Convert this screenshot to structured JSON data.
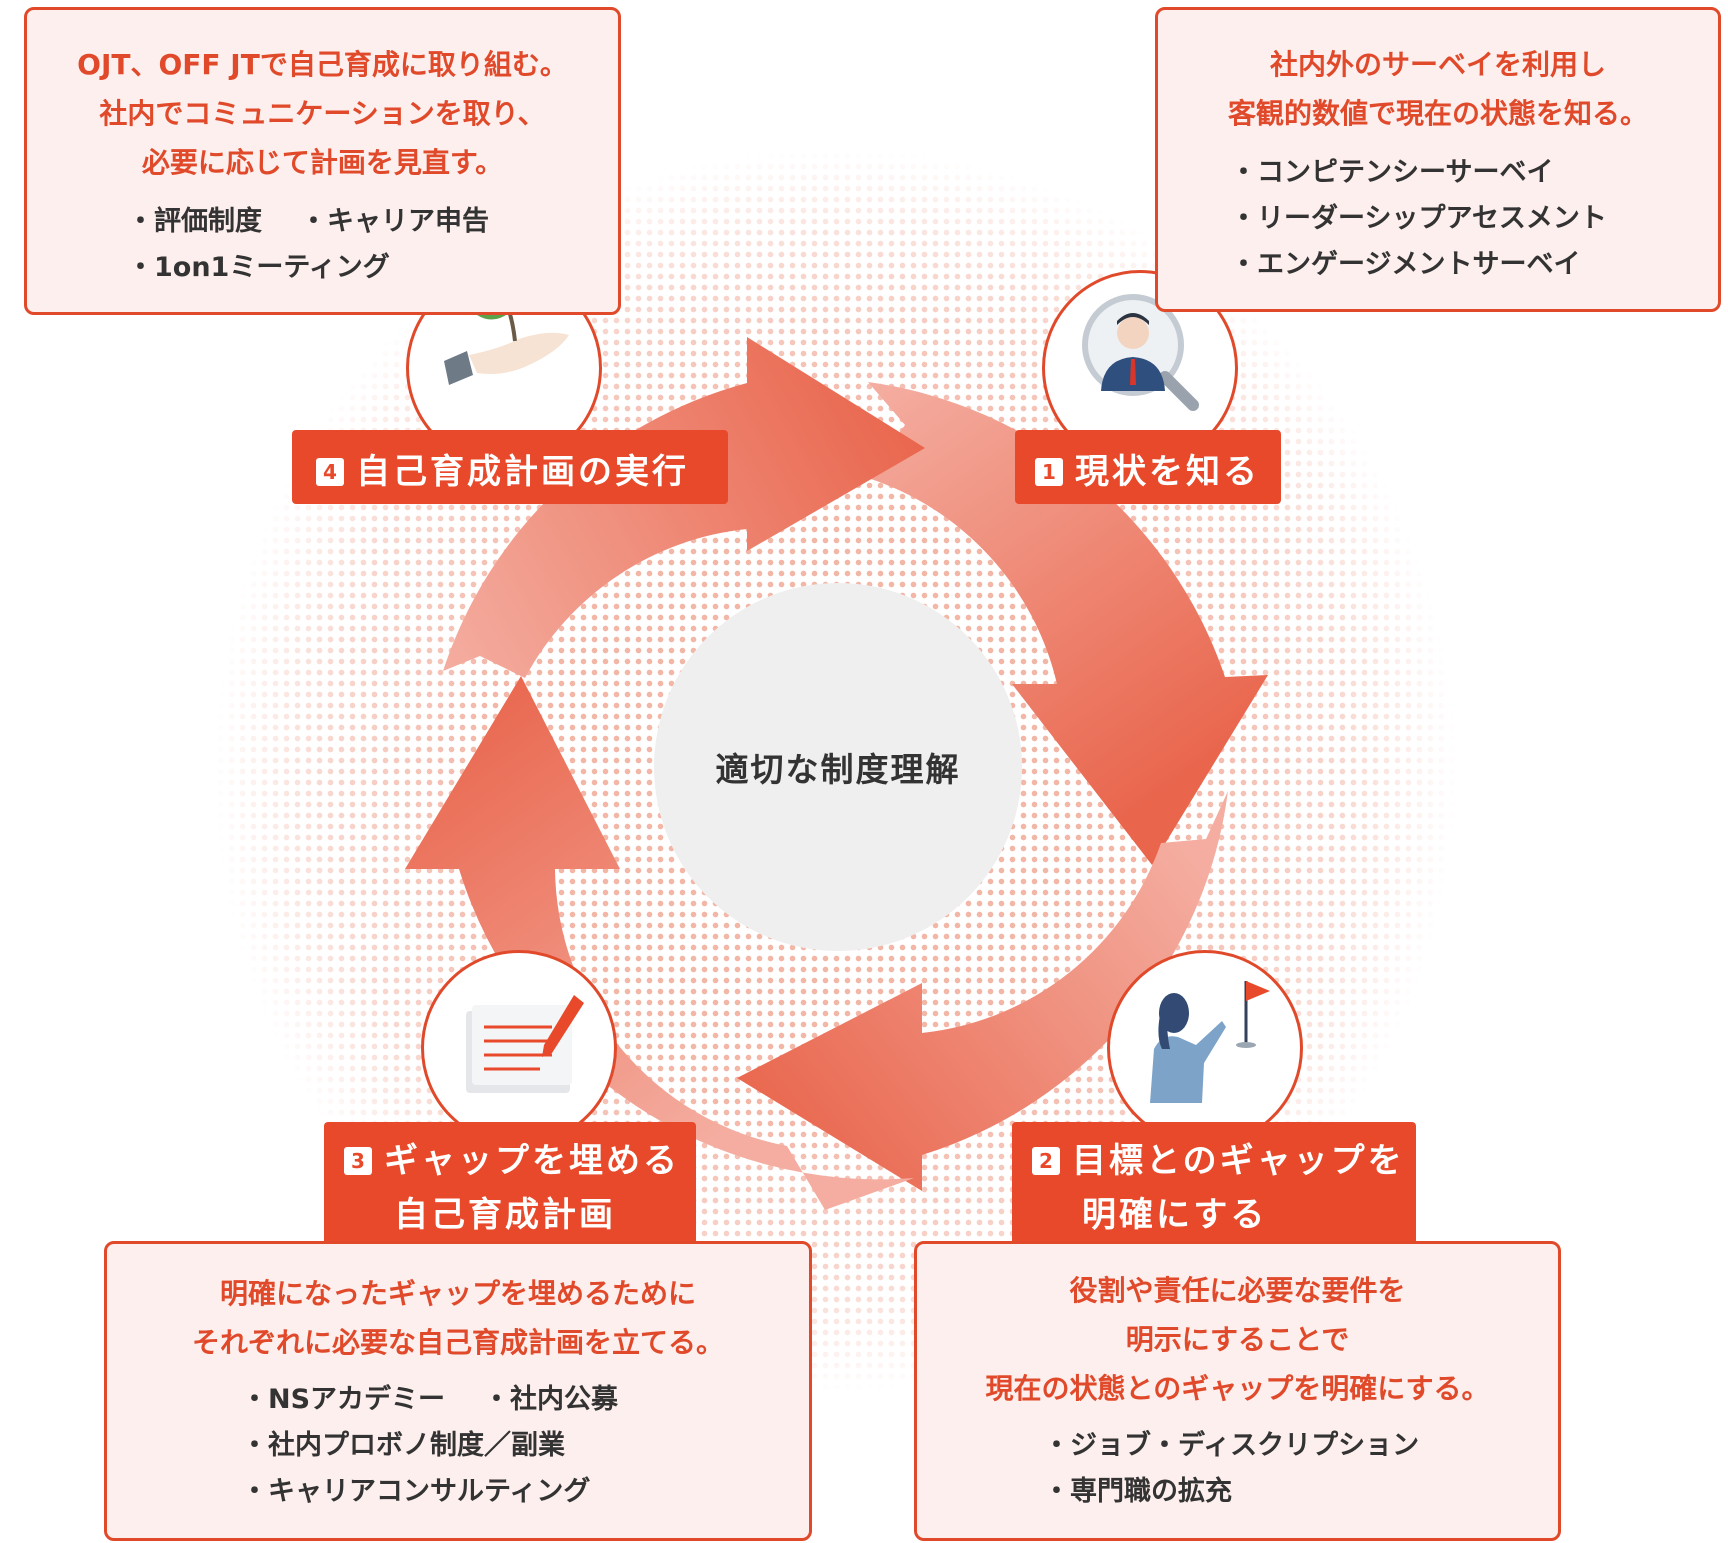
{
  "center": {
    "label": "適切な制度理解"
  },
  "colors": {
    "accent": "#e8492a",
    "box_bg": "#fcefed",
    "arrow": "#ec7a63",
    "dots": "#f3b7a8",
    "center_bg": "#efefef"
  },
  "steps": [
    {
      "num": "1",
      "title_lines": [
        "現状を知る"
      ],
      "icon": "person-magnifier-icon",
      "lead_lines": [
        "社内外のサーベイを利用し",
        "客観的数値で現在の状態を知る。"
      ],
      "bullets": [
        [
          "・コンピテンシーサーベイ"
        ],
        [
          "・リーダーシップアセスメント"
        ],
        [
          "・エンゲージメントサーベイ"
        ]
      ]
    },
    {
      "num": "2",
      "title_lines": [
        "目標とのギャップを",
        "明確にする"
      ],
      "icon": "woman-flag-icon",
      "lead_lines": [
        "役割や責任に必要な要件を",
        "明示にすることで",
        "現在の状態とのギャップを明確にする。"
      ],
      "bullets": [
        [
          "・ジョブ・ディスクリプション"
        ],
        [
          "・専門職の拡充"
        ]
      ]
    },
    {
      "num": "3",
      "title_lines": [
        "ギャップを埋める",
        "自己育成計画"
      ],
      "icon": "document-pen-icon",
      "lead_lines": [
        "明確になったギャップを埋めるために",
        "それぞれに必要な自己育成計画を立てる。"
      ],
      "bullets": [
        [
          "・NSアカデミー",
          "・社内公募"
        ],
        [
          "・社内プロボノ制度／副業"
        ],
        [
          "・キャリアコンサルティング"
        ]
      ]
    },
    {
      "num": "4",
      "title_lines": [
        "自己育成計画の実行"
      ],
      "icon": "hand-sprout-icon",
      "lead_lines": [
        "OJT、OFF JTで自己育成に取り組む。",
        "社内でコミュニケーションを取り、",
        "必要に応じて計画を見直す。"
      ],
      "bullets": [
        [
          "・評価制度",
          "・キャリア申告"
        ],
        [
          "・1on1ミーティング"
        ]
      ]
    }
  ]
}
